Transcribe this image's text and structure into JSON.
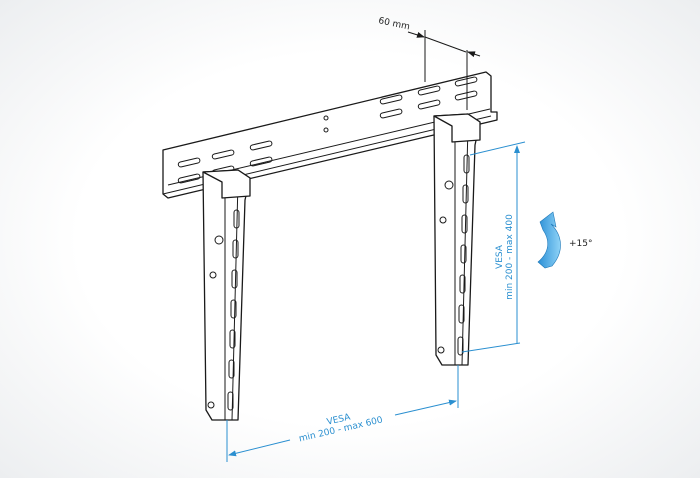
{
  "dimensions": {
    "offset": "60 mm",
    "vertical_vesa_title": "VESA",
    "vertical_vesa_range": "min 200 - max 400",
    "horizontal_vesa_title": "VESA",
    "horizontal_vesa_range": "min 200 - max 600",
    "tilt": "+15°"
  },
  "colors": {
    "dimension": "#2a8fd0",
    "line": "#1a1a1a",
    "arrow": "#4fb3ea"
  }
}
